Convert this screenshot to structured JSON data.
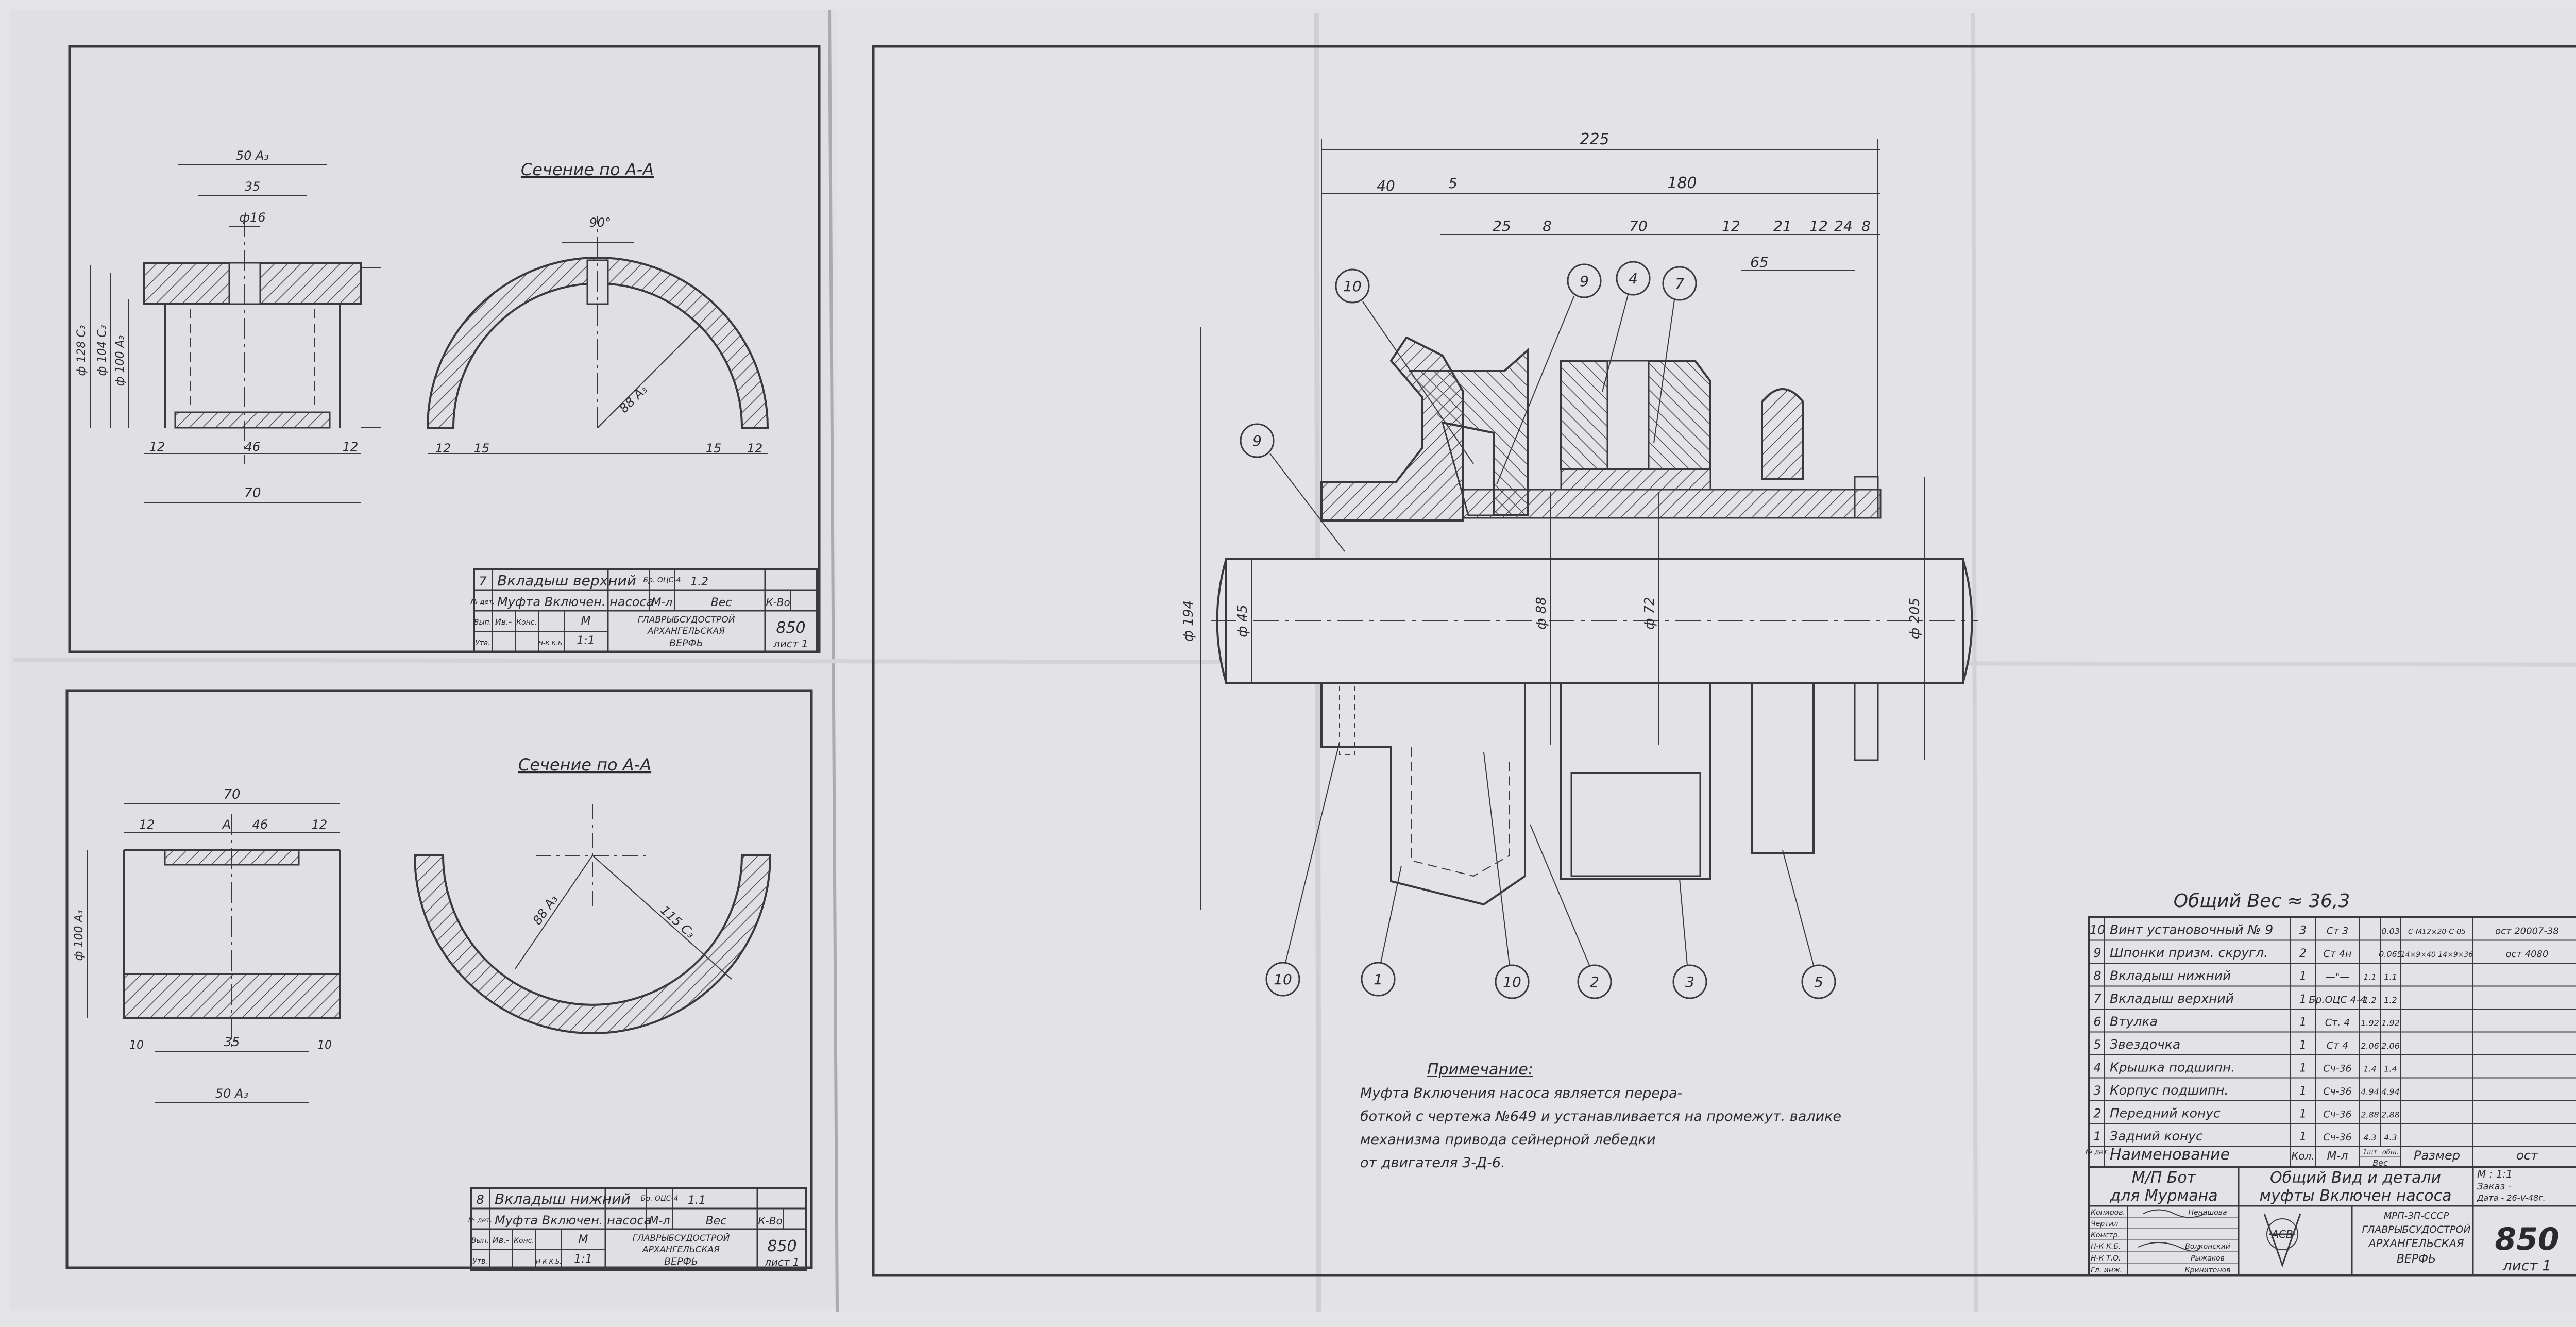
{
  "colors": {
    "paper": "#e4e4e6",
    "ink": "#3a3a3e"
  },
  "view_top_left": {
    "section_title": "Сечение по А-А",
    "dims": {
      "overall_top": "50 А₃",
      "inner": "35",
      "hole": "ф16",
      "angle": "90°",
      "radius": "88 А₃",
      "left_side": "12",
      "middle": "46",
      "right_side": "12",
      "overall_bottom": "70",
      "sect_left_1": "12",
      "sect_left_2": "15",
      "sect_right_1": "15",
      "sect_right_2": "12",
      "dia_1": "ф 128 С₃",
      "dia_2": "ф 104 С₃",
      "dia_3": "ф 100 А₃"
    },
    "stamp": {
      "row1_no": "7",
      "row1_name": "Вкладыш верхний",
      "row1_mat": "Бр.\nОЦС-4",
      "row1_mass": "1.2",
      "row2_no": "№\nдет.",
      "row2_name": "Муфта Включен. насоса",
      "row2_m": "М-л",
      "row2_wt": "Вес",
      "row2_k": "К-Во",
      "row3_a": "Вып.",
      "row3_sig": "Ив.-",
      "row3_c": "Конс.",
      "row3_scale_label": "М",
      "row3_scale": "1:1",
      "row4_a": "Утв.",
      "row4_b": "Н-К\nК.Б.",
      "org_1": "ГЛАВРЫБСУДОСТРОЙ",
      "org_2": "АРХАНГЕЛЬСКАЯ",
      "org_3": "ВЕРФЬ",
      "sheet_no": "850",
      "sheet_label": "лист 1"
    }
  },
  "view_bottom_left": {
    "section_title": "Сечение по А-А",
    "dims": {
      "overall_top": "70",
      "left_side": "12",
      "middle": "46",
      "right_side": "12",
      "letter": "А",
      "dia": "ф 100 А₃",
      "inner": "35",
      "overall_bottom": "50 А₃",
      "side_l": "10",
      "side_r": "10",
      "radius_1": "88 А₃",
      "radius_2": "115 С₃"
    },
    "stamp": {
      "row1_no": "8",
      "row1_name": "Вкладыш нижний",
      "row1_mat": "Бр.\nОЦС-4",
      "row1_mass": "1.1",
      "row2_no": "№\nдет.",
      "row2_name": "Муфта Включен. насоса",
      "row2_m": "М-л",
      "row2_wt": "Вес",
      "row2_k": "К-Во",
      "row3_a": "Вып.",
      "row3_sig": "Ив.-",
      "row3_c": "Конс.",
      "row3_scale_label": "М",
      "row3_scale": "1:1",
      "row4_a": "Утв.",
      "row4_b": "Н-К\nК.Б.",
      "org_1": "ГЛАВРЫБСУДОСТРОЙ",
      "org_2": "АРХАНГЕЛЬСКАЯ",
      "org_3": "ВЕРФЬ",
      "sheet_no": "850",
      "sheet_label": "лист 1"
    }
  },
  "main_view": {
    "dims_top": {
      "overall": "225",
      "span": "180",
      "d40": "40",
      "d5": "5",
      "d25": "25",
      "d8": "8",
      "d70": "70",
      "d12a": "12",
      "d21": "21",
      "d12b": "12",
      "d24": "24",
      "d8b": "8",
      "d65": "65"
    },
    "dims_side": {
      "left_dia": "ф 194",
      "shaft_dia": "ф 45",
      "d88": "ф 88",
      "d72": "ф 72",
      "right_dia": "ф 205"
    },
    "balloons_top": [
      "10",
      "9",
      "4",
      "7"
    ],
    "balloon_left": "9",
    "balloons_bottom": [
      "10",
      "1",
      "10",
      "2",
      "3",
      "5"
    ],
    "total_weight": "Общий Вес ≈ 36,3",
    "note": {
      "heading": "Примечание:",
      "lines": [
        "Муфта Включения насоса является переpа-",
        "боткой с чертежа №649 и устанавливается на промежут. валике",
        "механизма привода сейнерной лебедки",
        "от двигателя 3-Д-6."
      ]
    }
  },
  "bom": {
    "rows": [
      {
        "no": "10",
        "name": "Винт установочный № 9",
        "qty": "3",
        "mat": "Ст 3",
        "w1": "",
        "w2": "0.03",
        "dim": "С-М12×20-С-05",
        "note": "ост 20007-38"
      },
      {
        "no": "9",
        "name": "Шпонки призм. скругл.",
        "qty": "2",
        "mat": "Ст 4н",
        "w1": "",
        "w2": "0.065",
        "dim": "14×9×40\n14×9×36",
        "note": "ост 4080"
      },
      {
        "no": "8",
        "name": "Вкладыш нижний",
        "qty": "1",
        "mat": "—\"—",
        "w1": "1.1",
        "w2": "1.1",
        "dim": "",
        "note": ""
      },
      {
        "no": "7",
        "name": "Вкладыш верхний",
        "qty": "1",
        "mat": "Бр.ОЦС\n4-4",
        "w1": "1.2",
        "w2": "1.2",
        "dim": "",
        "note": ""
      },
      {
        "no": "6",
        "name": "Втулка",
        "qty": "1",
        "mat": "Ст. 4",
        "w1": "1.92",
        "w2": "1.92",
        "dim": "",
        "note": ""
      },
      {
        "no": "5",
        "name": "Звездочка",
        "qty": "1",
        "mat": "Ст 4",
        "w1": "2.06",
        "w2": "2.06",
        "dim": "",
        "note": ""
      },
      {
        "no": "4",
        "name": "Крышка подшипн.",
        "qty": "1",
        "mat": "Сч-36",
        "w1": "1.4",
        "w2": "1.4",
        "dim": "",
        "note": ""
      },
      {
        "no": "3",
        "name": "Корпус подшипн.",
        "qty": "1",
        "mat": "Сч-36",
        "w1": "4.94",
        "w2": "4.94",
        "dim": "",
        "note": ""
      },
      {
        "no": "2",
        "name": "Передний конус",
        "qty": "1",
        "mat": "Сч-36",
        "w1": "2.88",
        "w2": "2.88",
        "dim": "",
        "note": ""
      },
      {
        "no": "1",
        "name": "Задний конус",
        "qty": "1",
        "mat": "Сч-36",
        "w1": "4.3",
        "w2": "4.3",
        "dim": "",
        "note": ""
      }
    ],
    "header": {
      "no": "№\nдет.",
      "name": "Наименование",
      "qty": "Кол.",
      "mat": "М-л",
      "weight": "Вес",
      "w1": "1шт",
      "w2": "общ.",
      "size": "Размер",
      "note": "ост"
    }
  },
  "title_block": {
    "vessel_1": "М/П Бот",
    "vessel_2": "для Мурмана",
    "drawing_title_1": "Общий Вид и детали",
    "drawing_title_2": "муфты Включен насоса",
    "scale": "М : 1:1",
    "order": "Заказ -",
    "date": "Дата - 26-V-48г.",
    "roles": [
      "Копиров.",
      "Чертил",
      "Констр.",
      "Н-К К.Б.",
      "Н-К Т.О.",
      "Гл. инж."
    ],
    "names": [
      "Ненашова",
      "Волконский",
      "Рыжаков",
      "Кринитенов"
    ],
    "ministry": "МРП-ЗП-СССР",
    "org_1": "ГЛАВРЫБСУДОСТРОЙ",
    "org_2": "АРХАНГЕЛЬСКАЯ",
    "org_3": "ВЕРФЬ",
    "logo": "АСВ",
    "sheet_no": "850",
    "sheet_label": "лист 1"
  }
}
